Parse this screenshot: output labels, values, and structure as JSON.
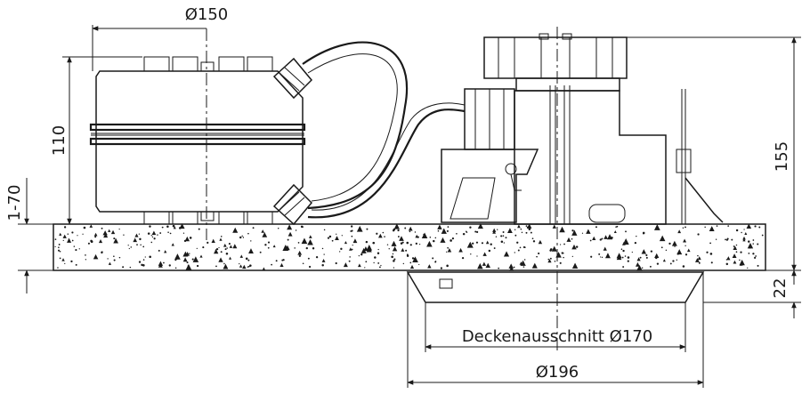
{
  "dimensions": {
    "d150": "Ø150",
    "h110": "110",
    "t170": "1-70",
    "h155": "155",
    "h22": "22",
    "cutout": "Deckenausschnitt Ø170",
    "d196": "Ø196"
  },
  "colors": {
    "line": "#1a1a1a",
    "ceiling_fill": "#f2f2f2",
    "background": "#ffffff"
  }
}
